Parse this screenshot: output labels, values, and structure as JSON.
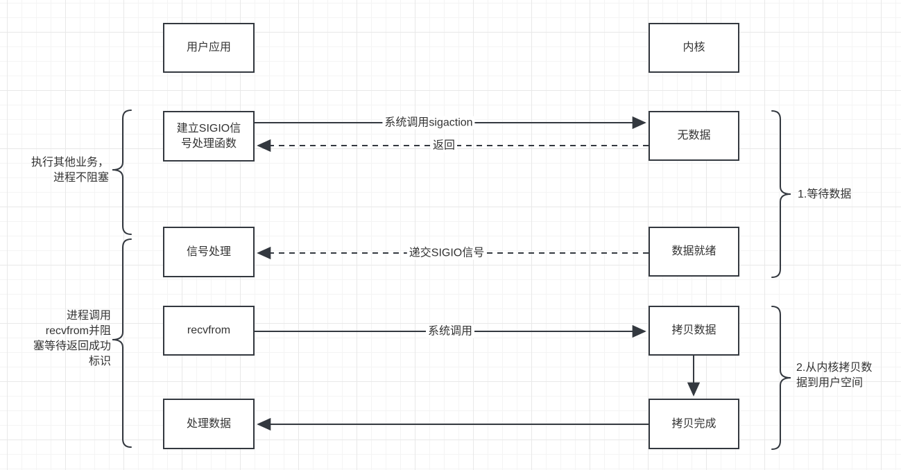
{
  "columns": {
    "user_app": "用户应用",
    "kernel": "内核"
  },
  "user_nodes": {
    "sigio_setup": [
      "建立SIGIO信",
      "号处理函数"
    ],
    "signal_handle": "信号处理",
    "recvfrom": "recvfrom",
    "process_data": "处理数据"
  },
  "kernel_nodes": {
    "no_data": "无数据",
    "data_ready": "数据就绪",
    "copy_data": "拷贝数据",
    "copy_done": "拷贝完成"
  },
  "arrow_labels": {
    "sigaction": "系统调用sigaction",
    "return_label": "返回",
    "deliver_sigio": "递交SIGIO信号",
    "syscall": "系统调用"
  },
  "annotations": {
    "left_top": [
      "执行其他业务，",
      "进程不阻塞"
    ],
    "left_bottom": [
      "进程调用",
      "recvfrom并阻",
      "塞等待返回成功",
      "标识"
    ],
    "right_top": "1.等待数据",
    "right_bottom": [
      "2.从内核拷贝数",
      "据到用户空间"
    ]
  },
  "colors": {
    "stroke": "#33383f",
    "text": "#333333",
    "background": "#ffffff",
    "grid_minor": "#f4f4f4",
    "grid_major": "#e8e8e8"
  }
}
